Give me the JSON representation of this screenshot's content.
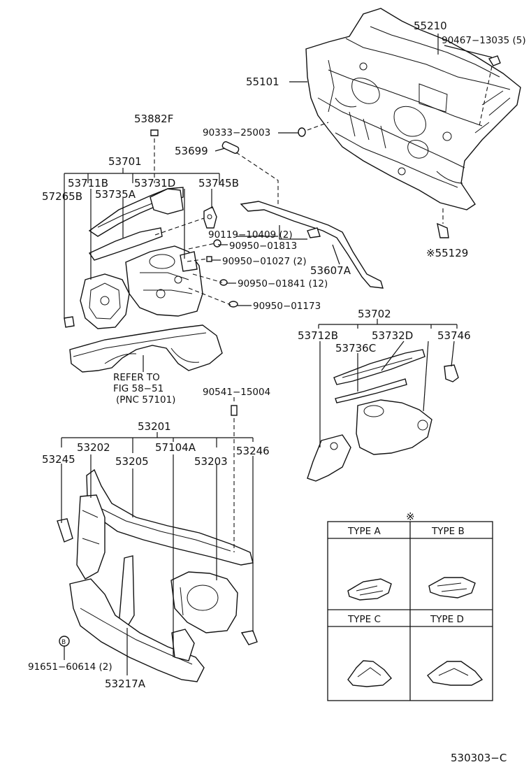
{
  "labels": {
    "p55210": "55210",
    "p90467": "90467−13035 (5)",
    "p55101": "55101",
    "p90333": "90333−25003",
    "p53699": "53699",
    "p53882F": "53882F",
    "p53701": "53701",
    "p53711B": "53711B",
    "p53731D": "53731D",
    "p57265B": "57265B",
    "p53735A": "53735A",
    "p53745B": "53745B",
    "p90119": "90119−10409 (2)",
    "p90950_01813": "90950−01813",
    "p90950_01027": "90950−01027 (2)",
    "p53607A": "53607A",
    "p90950_01841": "90950−01841 (12)",
    "p90950_01173": "90950−01173",
    "p55129": "※55129",
    "refer1": "REFER TO",
    "refer2": "FIG 58−51",
    "refer3": "(PNC 57101)",
    "p53702": "53702",
    "p53712B": "53712B",
    "p53732D": "53732D",
    "p53746": "53746",
    "p53736C": "53736C",
    "p90541": "90541−15004",
    "p53201": "53201",
    "p53202": "53202",
    "p57104A": "57104A",
    "p53245": "53245",
    "p53205": "53205",
    "p53203": "53203",
    "p53246": "53246",
    "p91651": "91651−60614 (2)",
    "p53217A": "53217A",
    "diagram_id": "530303−C"
  },
  "type_table": {
    "marker": "※",
    "type_a": "TYPE A",
    "type_b": "TYPE B",
    "type_c": "TYPE C",
    "type_d": "TYPE D"
  }
}
